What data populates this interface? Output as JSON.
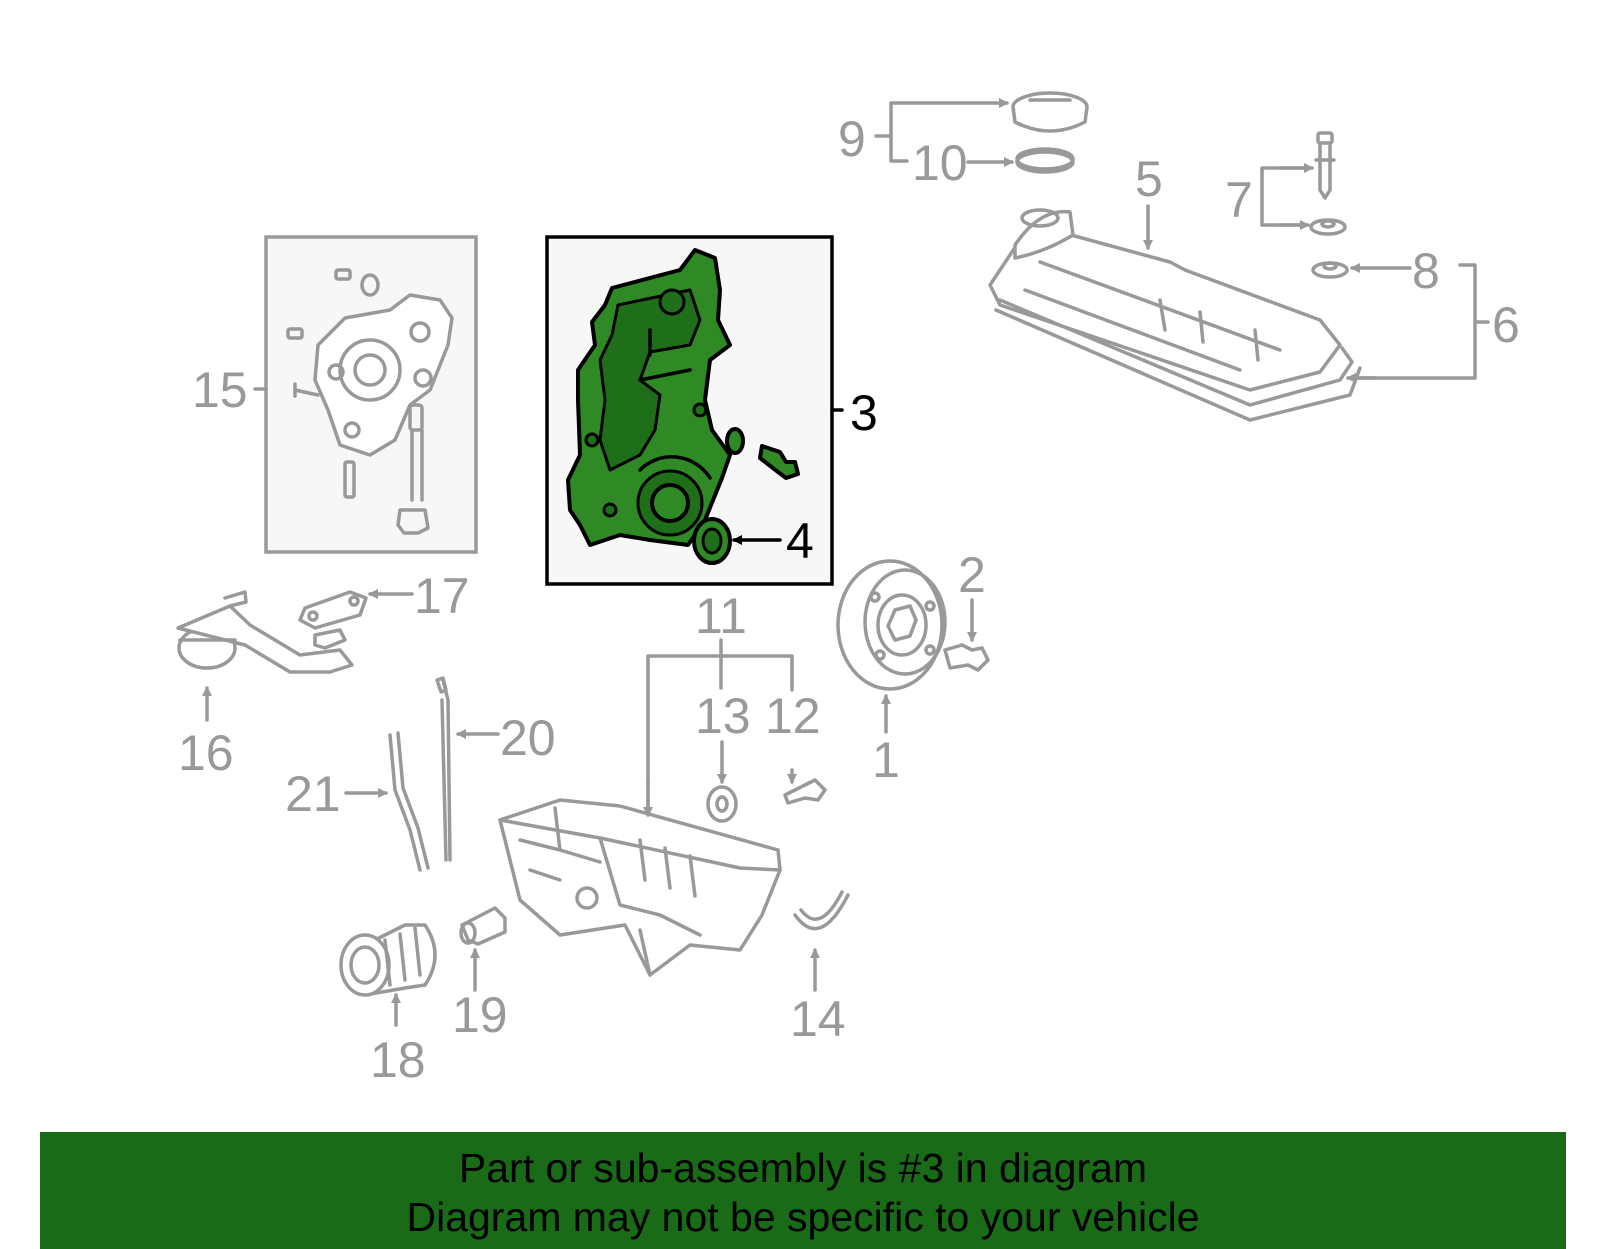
{
  "diagram": {
    "highlight_color": "#2f8a26",
    "callouts": {
      "c1": "1",
      "c2": "2",
      "c3": "3",
      "c4": "4",
      "c5": "5",
      "c6": "6",
      "c7": "7",
      "c8": "8",
      "c9": "9",
      "c10": "10",
      "c11": "11",
      "c12": "12",
      "c13": "13",
      "c14": "14",
      "c15": "15",
      "c16": "16",
      "c17": "17",
      "c18": "18",
      "c19": "19",
      "c20": "20",
      "c21": "21"
    }
  },
  "banner": {
    "background": "#1a6b17",
    "line1": "Part or sub-assembly is #3 in diagram",
    "line2": "Diagram may not be specific to your vehicle"
  }
}
